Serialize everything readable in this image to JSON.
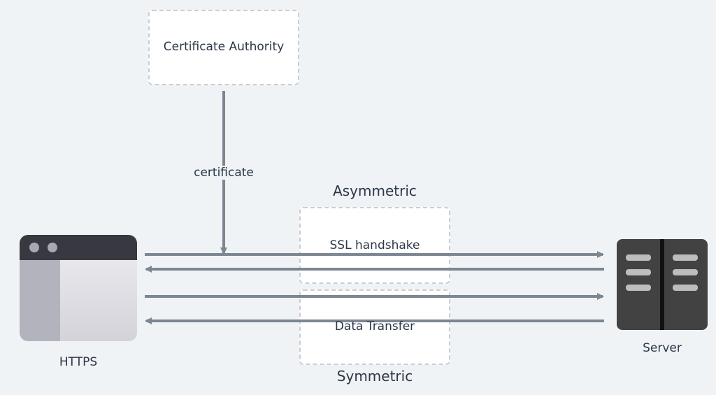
{
  "certificate_authority": {
    "label": "Certificate Authority"
  },
  "certificate_edge": {
    "label": "certificate"
  },
  "asymmetric_group": {
    "title": "Asymmetric",
    "box_label": "SSL handshake"
  },
  "symmetric_group": {
    "title": "Symmetric",
    "box_label": "Data Transfer"
  },
  "client": {
    "label": "HTTPS",
    "icon": "browser-window-icon"
  },
  "server": {
    "label": "Server",
    "icon": "server-rack-icon"
  },
  "colors": {
    "background": "#eff3f6",
    "arrow": "#7d8791",
    "box_border": "#c9ced4",
    "text": "#2d3748"
  }
}
